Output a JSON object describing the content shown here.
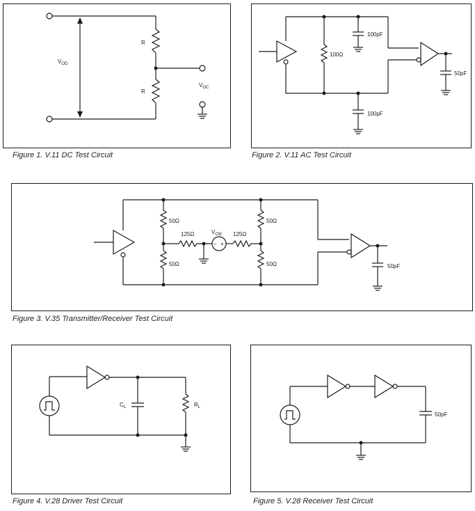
{
  "figures": {
    "fig1": {
      "caption": "Figure 1. V.11 DC Test Circuit",
      "vod_main": "V",
      "vod_sub": "OD",
      "r_top": "R",
      "r_bottom": "R",
      "voc_main": "V",
      "voc_sub": "OC"
    },
    "fig2": {
      "caption": "Figure 2. V.11 AC Test Circuit",
      "cap_top": "100pF",
      "res": "100Ω",
      "cap_bottom": "100pF",
      "cap_load": "50pF"
    },
    "fig3": {
      "caption": "Figure 3. V.35 Transmitter/Receiver Test Circuit",
      "r_tl": "50Ω",
      "r_bl": "50Ω",
      "r_tr": "50Ω",
      "r_br": "50Ω",
      "r_mid_left": "125Ω",
      "r_mid_right": "125Ω",
      "vcm_main": "V",
      "vcm_sub": "CM",
      "cap_load": "50pF",
      "plus": "+",
      "minus": "−"
    },
    "fig4": {
      "caption": "Figure 4. V.28 Driver Test Circuit",
      "cl_main": "C",
      "cl_sub": "L",
      "rl_main": "R",
      "rl_sub": "L"
    },
    "fig5": {
      "caption": "Figure 5. V.28 Receiver Test Circuit",
      "cap_load": "50pF"
    }
  }
}
